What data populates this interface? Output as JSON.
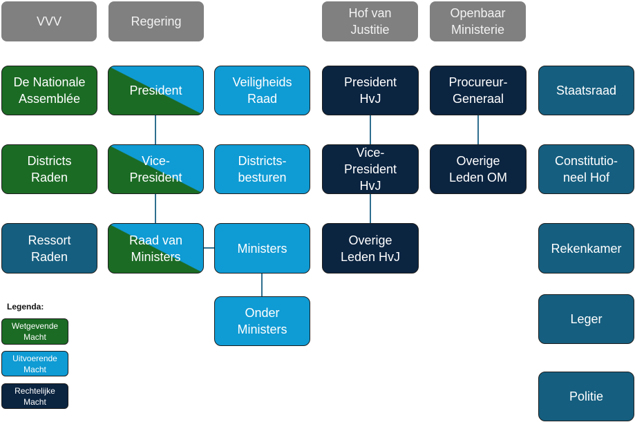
{
  "colors": {
    "header": "#808080",
    "wetgevende": "#1b6b24",
    "uitvoerende": "#0f9bd4",
    "rechtelijke": "#0b2440",
    "overige_instellingen": "#155e7f",
    "connector": "#2e6e8e"
  },
  "headers": [
    {
      "label": "VVV"
    },
    {
      "label": "Regering"
    },
    {
      "label": "Hof van\nJustitie"
    },
    {
      "label": "Openbaar\nMinisterie"
    }
  ],
  "nodes": {
    "nationale_assemblee": "De Nationale\nAssemblée",
    "districts_raden": "Districts\nRaden",
    "ressort_raden": "Ressort\nRaden",
    "president": "President",
    "vice_president": "Vice-\nPresident",
    "raad_van_ministers": "Raad van\nMinisters",
    "veiligheids_raad": "Veiligheids\nRaad",
    "districtsbesturen": "Districts-\nbesturen",
    "ministers": "Ministers",
    "onder_ministers": "Onder\nMinisters",
    "president_hvj": "President\nHvJ",
    "vice_president_hvj": "Vice-\nPresident\nHvJ",
    "overige_leden_hvj": "Overige\nLeden HvJ",
    "procureur_generaal": "Procureur-\nGeneraal",
    "overige_leden_om": "Overige\nLeden OM",
    "staatsraad": "Staatsraad",
    "constitutioneel_hof": "Constitutio-\nneel Hof",
    "rekenkamer": "Rekenkamer",
    "leger": "Leger",
    "politie": "Politie"
  },
  "legend": {
    "title": "Legenda:",
    "items": [
      {
        "label": "Wetgevende\nMacht",
        "category": "wetgevende"
      },
      {
        "label": "Uitvoerende\nMacht",
        "category": "uitvoerende"
      },
      {
        "label": "Rechtelijke\nMacht",
        "category": "rechtelijke"
      }
    ]
  }
}
